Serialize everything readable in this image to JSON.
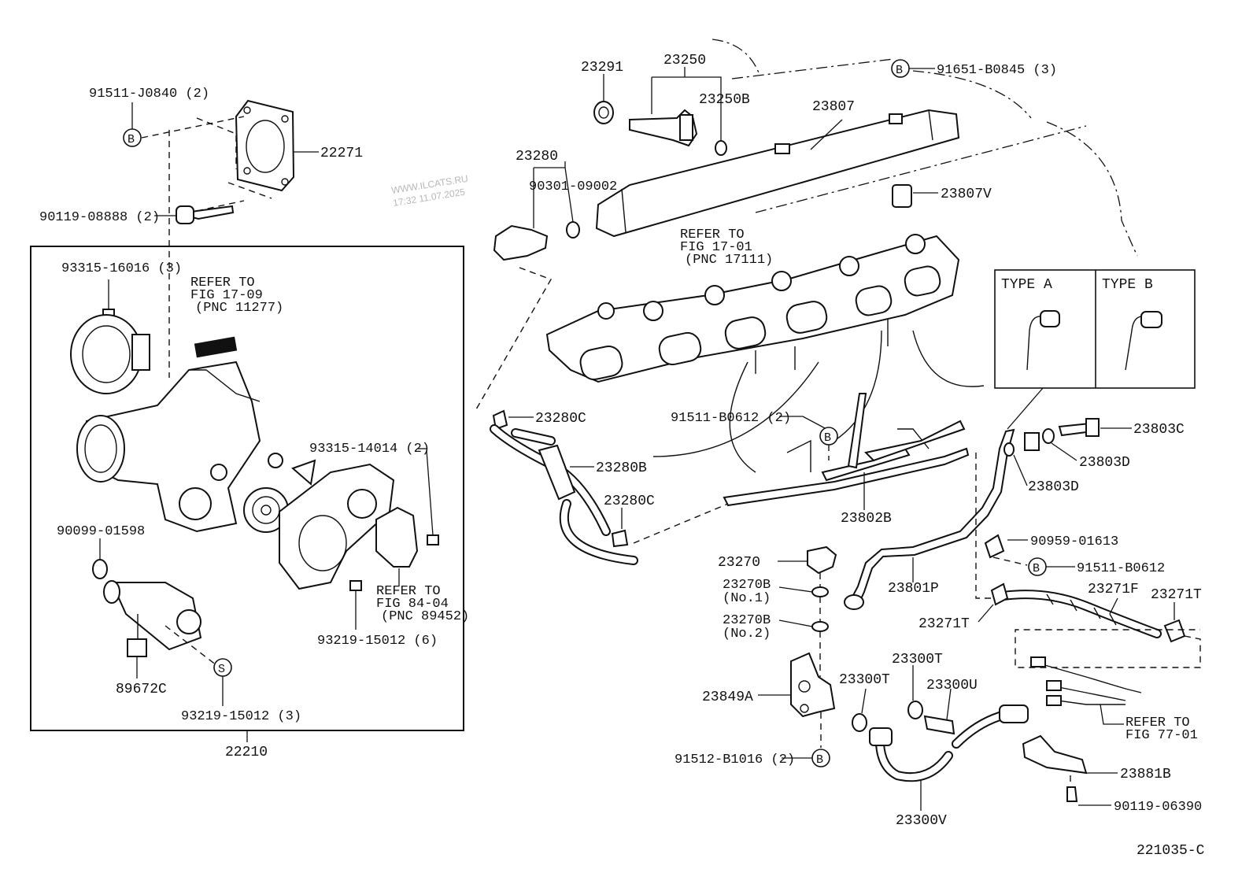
{
  "watermark": {
    "site": "WWW.ILCATS.RU",
    "datetime": "17:32 11.07.2025"
  },
  "figure_code": "221035-C",
  "type_box": {
    "type_a": "TYPE A",
    "type_b": "TYPE B"
  },
  "marker_b": "B",
  "marker_s": "S",
  "refer": {
    "fig_17_09": [
      "REFER TO",
      "FIG 17-09",
      "(PNC 11277)"
    ],
    "fig_17_01": [
      "REFER TO",
      "FIG 17-01",
      "(PNC 17111)"
    ],
    "fig_84_04": [
      "REFER TO",
      "FIG 84-04",
      "(PNC 89452)"
    ],
    "fig_77_01": [
      "REFER TO",
      "FIG 77-01"
    ]
  },
  "parts": {
    "p91511_J0840": "91511-J0840 (2)",
    "p22271": "22271",
    "p90119_08888": "90119-08888 (2)",
    "p93315_16016": "93315-16016 (3)",
    "p93315_14014": "93315-14014 (2)",
    "p90099_01598": "90099-01598",
    "p89672C": "89672C",
    "p93219_15012_6": "93219-15012 (6)",
    "p93219_15012_3": "93219-15012 (3)",
    "p22210": "22210",
    "p23291": "23291",
    "p23250": "23250",
    "p23250B": "23250B",
    "p91651_B0845": "91651-B0845 (3)",
    "p23807": "23807",
    "p23807V": "23807V",
    "p23280": "23280",
    "p90301_09002": "90301-09002",
    "p23280C_a": "23280C",
    "p23280B": "23280B",
    "p23280C_b": "23280C",
    "p91511_B0612_2": "91511-B0612 (2)",
    "p23802B": "23802B",
    "p23803C": "23803C",
    "p23803D_a": "23803D",
    "p23803D_b": "23803D",
    "p23270": "23270",
    "p23270B_1": "23270B",
    "p23270B_1_note": "(No.1)",
    "p23270B_2": "23270B",
    "p23270B_2_note": "(No.2)",
    "p23801P": "23801P",
    "p90959_01613": "90959-01613",
    "p91511_B0612": "91511-B0612",
    "p23271F": "23271F",
    "p23271T_a": "23271T",
    "p23271T_b": "23271T",
    "p23849A": "23849A",
    "p23300T_a": "23300T",
    "p23300T_b": "23300T",
    "p23300U": "23300U",
    "p91512_B1016": "91512-B1016 (2)",
    "p23300V": "23300V",
    "p23881B": "23881B",
    "p90119_06390": "90119-06390"
  }
}
